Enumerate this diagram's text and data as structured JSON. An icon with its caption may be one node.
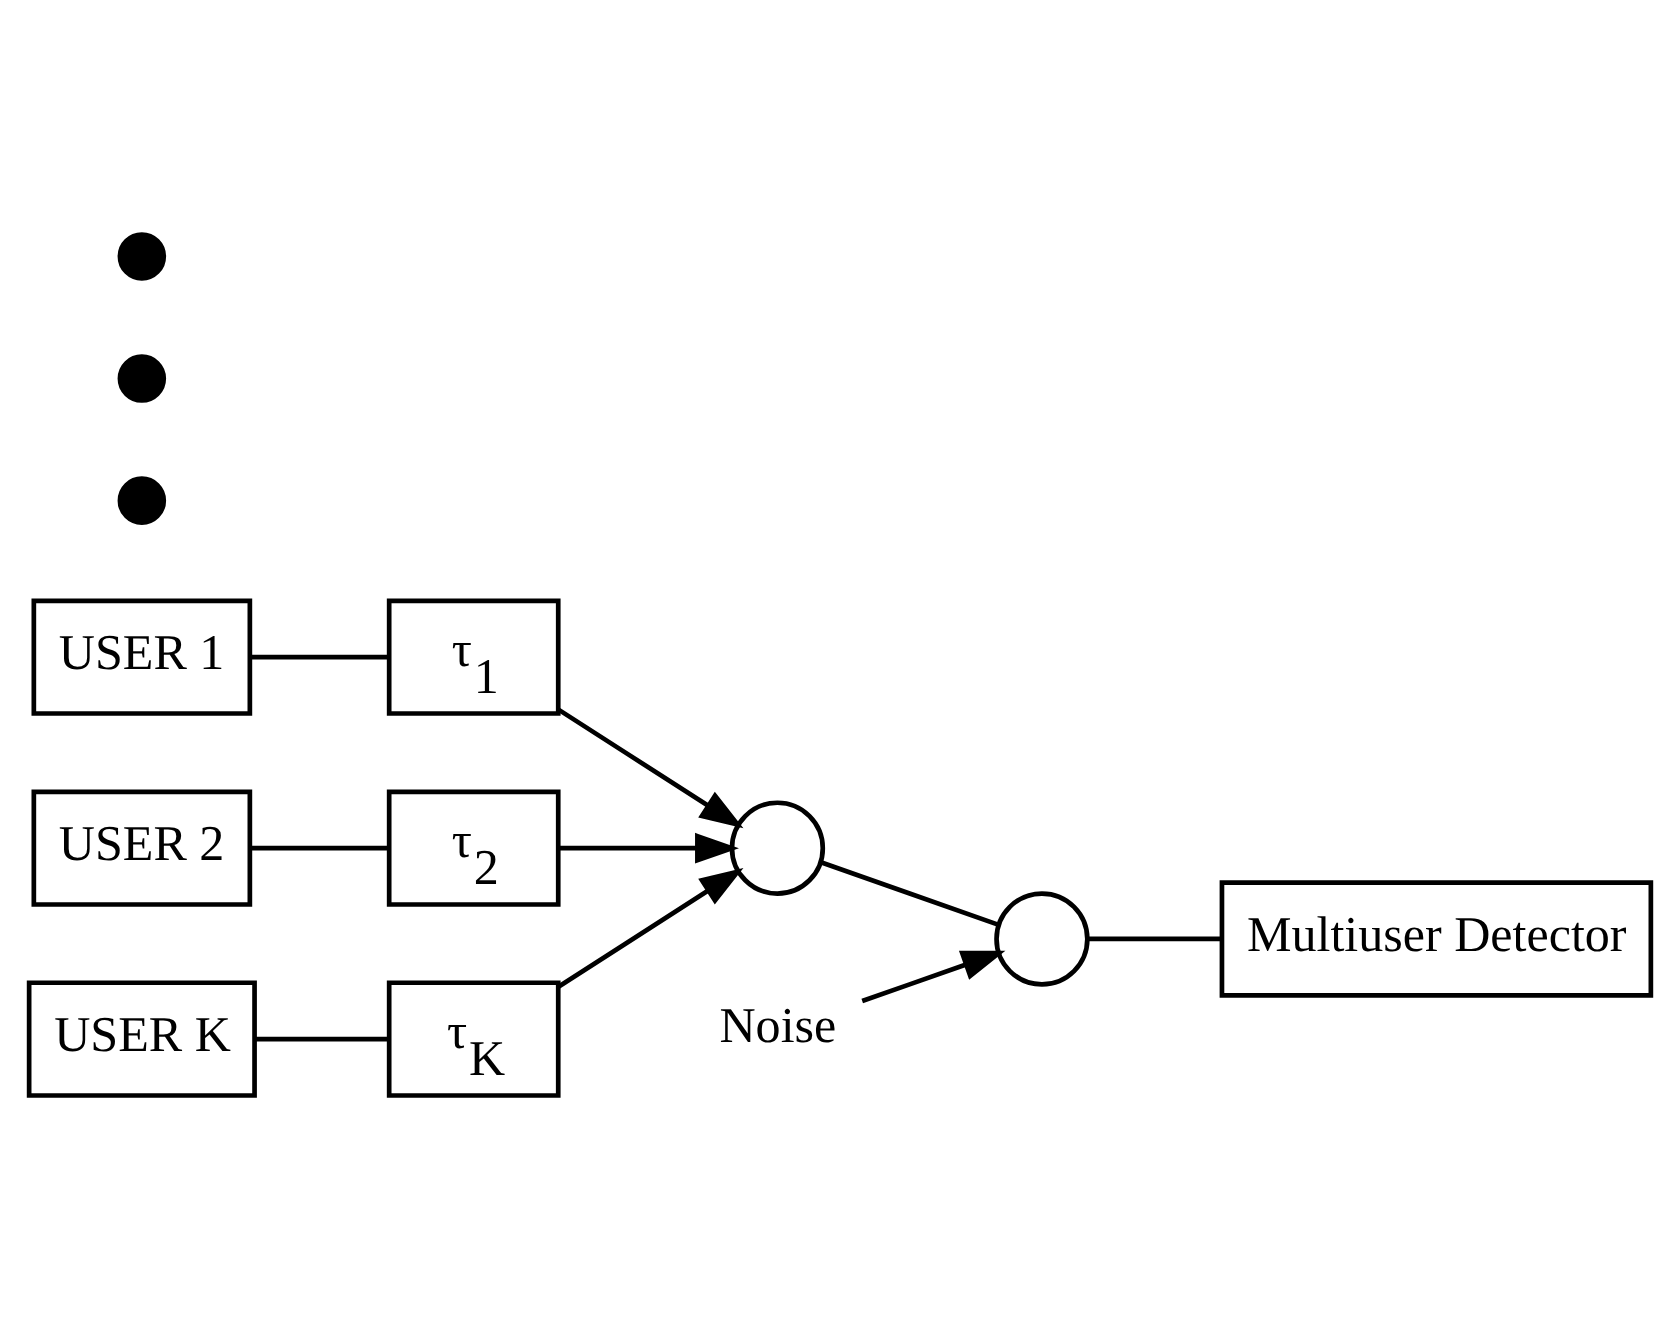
{
  "diagram": {
    "nodes": [
      {
        "text": [
          "USER 1"
        ]
      },
      {
        "text": [
          "τ$_{1}$"
        ]
      },
      {
        "text": [
          "USER 2"
        ]
      },
      {
        "text": [
          "τ$_{2}$"
        ]
      },
      {
        "text": [
          "Noise"
        ]
      },
      {
        "text": [],
        "shape": "circle"
      },
      {
        "text": [],
        "shape": "circle"
      },
      {
        "text": [
          "Multiuser Detector"
        ]
      },
      {
        "text": [],
        "shape": "dot"
      },
      {
        "text": [],
        "shape": "dot"
      },
      {
        "text": [],
        "shape": "dot"
      },
      {
        "text": [
          "USER K"
        ]
      },
      {
        "text": [
          "τ$_{K}$"
        ]
      }
    ],
    "edges": [
      {
        "from": 0,
        "to": 1,
        "arrow": "none"
      },
      {
        "from": 1,
        "to": 5,
        "arrow": "to"
      },
      {
        "from": 2,
        "to": 3,
        "arrow": "none"
      },
      {
        "from": 3,
        "to": 5,
        "arrow": "to"
      },
      {
        "from": 11,
        "to": 12,
        "arrow": "none"
      },
      {
        "from": 12,
        "to": 5,
        "arrow": "to"
      },
      {
        "from": 5,
        "to": 6,
        "arrow": "none"
      },
      {
        "from": 4,
        "to": 6,
        "arrow": "to"
      },
      {
        "from": 6,
        "to": 7,
        "arrow": "none"
      }
    ]
  }
}
